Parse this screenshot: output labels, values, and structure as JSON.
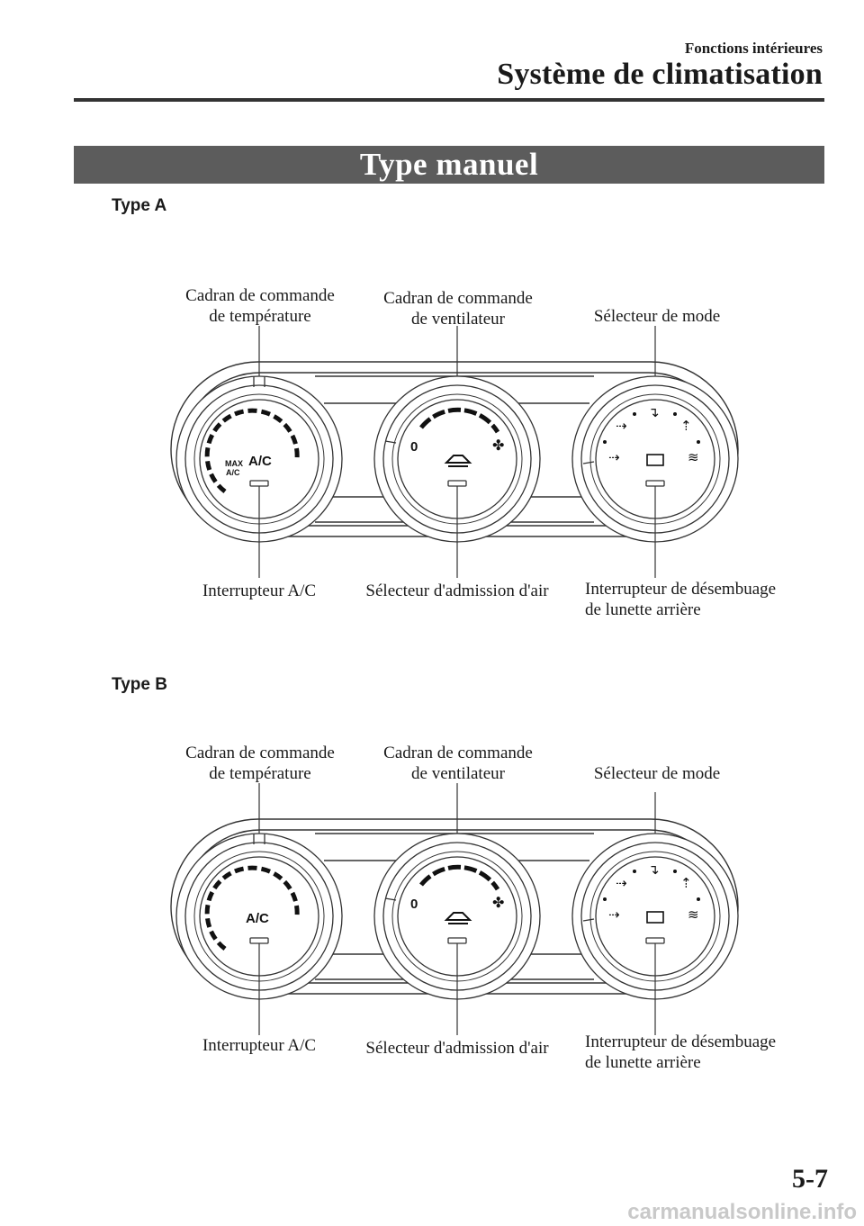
{
  "header": {
    "section": "Fonctions intérieures",
    "chapter": "Système de climatisation"
  },
  "banner": "Type manuel",
  "figures": [
    {
      "type_label": "Type A",
      "labels": {
        "temp_dial": "Cadran de commande\nde température",
        "fan_dial": "Cadran de commande\nde ventilateur",
        "mode_selector": "Sélecteur de mode",
        "ac_switch": "Interrupteur A/C",
        "intake_selector": "Sélecteur d'admission d'air",
        "rear_defog": "Interrupteur de désembuage\nde lunette arrière"
      },
      "dial_text": {
        "max": "MAX",
        "max_ac": "A/C",
        "ac": "A/C",
        "fan_zero": "0"
      }
    },
    {
      "type_label": "Type B",
      "labels": {
        "temp_dial": "Cadran de commande\nde température",
        "fan_dial": "Cadran de commande\nde ventilateur",
        "mode_selector": "Sélecteur de mode",
        "ac_switch": "Interrupteur A/C",
        "intake_selector": "Sélecteur d'admission d'air",
        "rear_defog": "Interrupteur de désembuage\nde lunette arrière"
      },
      "dial_text": {
        "ac": "A/C",
        "fan_zero": "0"
      }
    }
  ],
  "page_number": "5-7",
  "watermark": "carmanualsonline.info"
}
